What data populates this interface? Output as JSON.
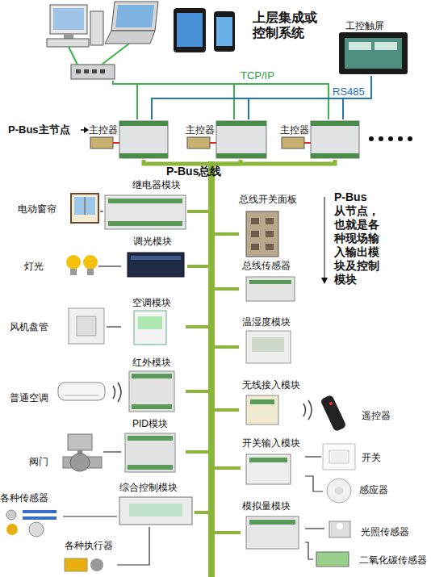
{
  "diagram": {
    "nodes": [
      {
        "text": [
          "上层集成或 控制系统"
        ]
      },
      {
        "text": [
          "工控触屏"
        ]
      },
      {
        "text": [
          "主控器"
        ]
      },
      {
        "text": [
          "主控器"
        ]
      },
      {
        "text": [
          "主控器"
        ]
      },
      {
        "text": [
          "P-Bus总线"
        ]
      },
      {
        "text": [
          "继电器模块"
        ]
      },
      {
        "text": [
          "电动窗帘"
        ]
      },
      {
        "text": [
          "调光模块"
        ]
      },
      {
        "text": [
          "灯光"
        ]
      },
      {
        "text": [
          "空调模块"
        ]
      },
      {
        "text": [
          "风机盘管"
        ]
      },
      {
        "text": [
          "红外模块"
        ]
      },
      {
        "text": [
          "普通空调"
        ]
      },
      {
        "text": [
          "PID模块"
        ]
      },
      {
        "text": [
          "阀门"
        ]
      },
      {
        "text": [
          "综合控制模块"
        ]
      },
      {
        "text": [
          "各种传感器"
        ]
      },
      {
        "text": [
          "各种执行器"
        ]
      },
      {
        "text": [
          "总线开关面板"
        ]
      },
      {
        "text": [
          "总线传感器"
        ]
      },
      {
        "text": [
          "温湿度模块"
        ]
      },
      {
        "text": [
          "无线接入模块"
        ]
      },
      {
        "text": [
          "遥控器"
        ]
      },
      {
        "text": [
          "开关输入模块"
        ]
      },
      {
        "text": [
          "开关"
        ]
      },
      {
        "text": [
          "感应器"
        ]
      },
      {
        "text": [
          "模拟量模块"
        ]
      },
      {
        "text": [
          "光照传感器"
        ]
      },
      {
        "text": [
          "二氧化碳传感器"
        ]
      }
    ],
    "edges": [
      {
        "from": 0,
        "to": 2,
        "arrow": "none"
      },
      {
        "from": 0,
        "to": 3,
        "arrow": "none"
      },
      {
        "from": 0,
        "to": 4,
        "arrow": "none"
      },
      {
        "from": 1,
        "to": 2,
        "arrow": "none"
      },
      {
        "from": 1,
        "to": 3,
        "arrow": "none"
      },
      {
        "from": 1,
        "to": 4,
        "arrow": "none"
      },
      {
        "from": 2,
        "to": 5,
        "arrow": "none"
      },
      {
        "from": 3,
        "to": 5,
        "arrow": "none"
      },
      {
        "from": 4,
        "to": 5,
        "arrow": "none"
      },
      {
        "from": 5,
        "to": 6,
        "arrow": "none"
      },
      {
        "from": 5,
        "to": 8,
        "arrow": "none"
      },
      {
        "from": 5,
        "to": 10,
        "arrow": "none"
      },
      {
        "from": 5,
        "to": 12,
        "arrow": "none"
      },
      {
        "from": 5,
        "to": 14,
        "arrow": "none"
      },
      {
        "from": 5,
        "to": 16,
        "arrow": "none"
      },
      {
        "from": 5,
        "to": 19,
        "arrow": "none"
      },
      {
        "from": 5,
        "to": 20,
        "arrow": "none"
      },
      {
        "from": 5,
        "to": 21,
        "arrow": "none"
      },
      {
        "from": 5,
        "to": 22,
        "arrow": "none"
      },
      {
        "from": 5,
        "to": 24,
        "arrow": "none"
      },
      {
        "from": 5,
        "to": 27,
        "arrow": "none"
      },
      {
        "from": 6,
        "to": 7,
        "arrow": "none"
      },
      {
        "from": 8,
        "to": 9,
        "arrow": "none"
      },
      {
        "from": 10,
        "to": 11,
        "arrow": "none"
      },
      {
        "from": 14,
        "to": 15,
        "arrow": "none"
      },
      {
        "from": 16,
        "to": 17,
        "arrow": "none"
      },
      {
        "from": 16,
        "to": 18,
        "arrow": "none"
      },
      {
        "from": 24,
        "to": 25,
        "arrow": "none"
      },
      {
        "from": 24,
        "to": 26,
        "arrow": "none"
      },
      {
        "from": 27,
        "to": 28,
        "arrow": "none"
      },
      {
        "from": 27,
        "to": 29,
        "arrow": "none"
      }
    ],
    "labels": [
      "TCP/IP",
      "RS485",
      "P-Bus主节点",
      "P-Bus 从节点， 也就是各 种现场输 入输出模 块及控制 模块"
    ]
  }
}
